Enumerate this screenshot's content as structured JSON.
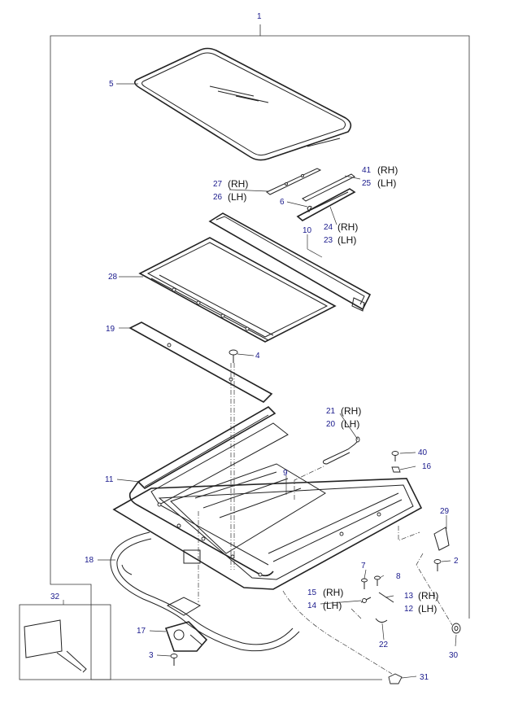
{
  "callouts": {
    "c1": "1",
    "c2": "2",
    "c3": "3",
    "c4": "4",
    "c5": "5",
    "c6": "6",
    "c7": "7",
    "c8": "8",
    "c9": "9",
    "c10": "10",
    "c11": "11",
    "c12": "12",
    "c13": "13",
    "c14": "14",
    "c15": "15",
    "c16": "16",
    "c17": "17",
    "c18": "18",
    "c19": "19",
    "c20": "20",
    "c21": "21",
    "c22": "22",
    "c23": "23",
    "c24": "24",
    "c25": "25",
    "c26": "26",
    "c27": "27",
    "c28": "28",
    "c29": "29",
    "c30": "30",
    "c31": "31",
    "c32": "32",
    "c40": "40",
    "c41": "41"
  },
  "sides": {
    "rh": "(RH)",
    "lh": "(LH)"
  }
}
